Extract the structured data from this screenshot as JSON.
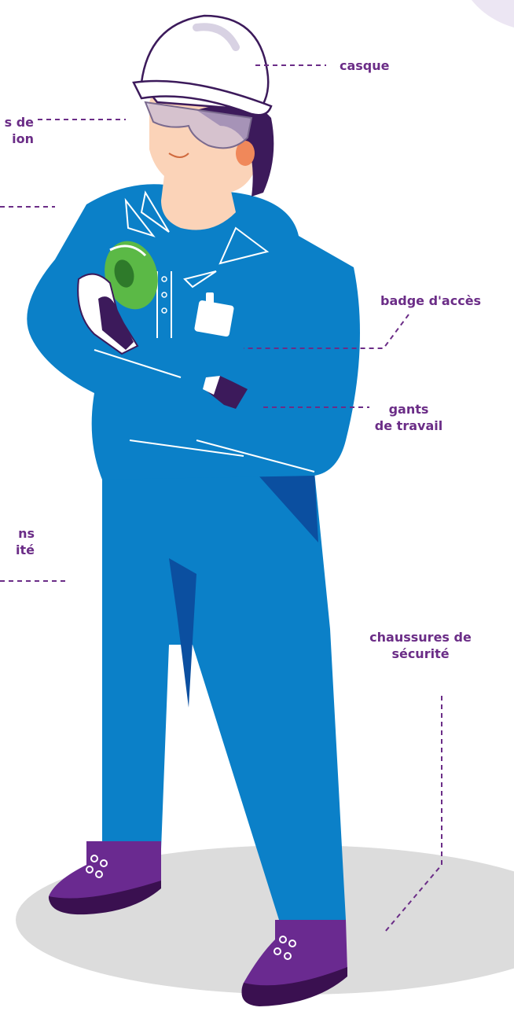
{
  "colors": {
    "label": "#6b2d87",
    "coverall": "#0b80c8",
    "coverall_shadow": "#0b4fa0",
    "shoes": "#6a2a90",
    "shoes_dark": "#3a1050",
    "helmet": "#ffffff",
    "skin": "#fbd3b8",
    "hair": "#3c1a5b",
    "badge_green": "#5bb946",
    "floor_shadow": "#dcdcdc"
  },
  "labels": {
    "casque": "casque",
    "lunettes": "s de\nion",
    "badge": "badge d'accès",
    "gants": "gants\nde travail",
    "bouchons": "ns\nité",
    "chaussures": "chaussures de\nsécurité"
  },
  "icons": [
    "hard-hat",
    "safety-glasses",
    "access-badge",
    "work-gloves",
    "safety-shoes",
    "ear-protection-badge"
  ]
}
